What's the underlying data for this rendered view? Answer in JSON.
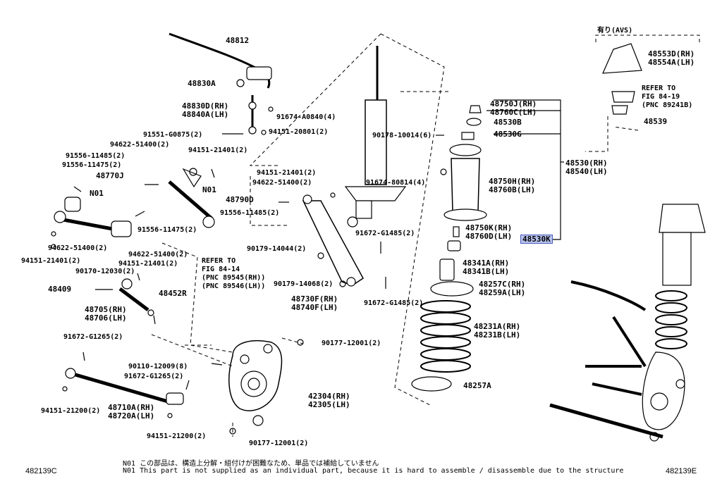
{
  "diagram": {
    "labels": [
      {
        "id": "48812",
        "text": "48812"
      },
      {
        "id": "48830A",
        "text": "48830A"
      },
      {
        "id": "48830D",
        "text": "48830D(RH)"
      },
      {
        "id": "48840A",
        "text": "48840A(LH)"
      },
      {
        "id": "91674A0840",
        "text": "91674-A0840(4)"
      },
      {
        "id": "91551G0875",
        "text": "91551-G0875(2)"
      },
      {
        "id": "9415120801",
        "text": "94151-20801(2)"
      },
      {
        "id": "9462251400a",
        "text": "94622-51400(2)"
      },
      {
        "id": "9415121401a",
        "text": "94151-21401(2)"
      },
      {
        "id": "9155611485a",
        "text": "91556-11485(2)"
      },
      {
        "id": "9155611475a",
        "text": "91556-11475(2)"
      },
      {
        "id": "48770J",
        "text": "48770J"
      },
      {
        "id": "N01a",
        "text": "N01"
      },
      {
        "id": "N01b",
        "text": "N01"
      },
      {
        "id": "48790D",
        "text": "48790D"
      },
      {
        "id": "9155611485b",
        "text": "91556-11485(2)"
      },
      {
        "id": "9155611475b",
        "text": "91556-11475(2)"
      },
      {
        "id": "9462251400b",
        "text": "94622-51400(2)"
      },
      {
        "id": "9415121401b",
        "text": "94151-21401(2)"
      },
      {
        "id": "9462251400c",
        "text": "94622-51400(2)"
      },
      {
        "id": "9415121401c",
        "text": "94151-21401(2)"
      },
      {
        "id": "9017012030",
        "text": "90170-12030(2)"
      },
      {
        "id": "48409",
        "text": "48409"
      },
      {
        "id": "48452R",
        "text": "48452R"
      },
      {
        "id": "48705",
        "text": "48705(RH)"
      },
      {
        "id": "48706",
        "text": "48706(LH)"
      },
      {
        "id": "91672G1265a",
        "text": "91672-G1265(2)"
      },
      {
        "id": "9011012009",
        "text": "90110-12009(8)"
      },
      {
        "id": "91672G1265b",
        "text": "91672-G1265(2)"
      },
      {
        "id": "9415121200a",
        "text": "94151-21200(2)"
      },
      {
        "id": "48710A",
        "text": "48710A(RH)"
      },
      {
        "id": "48720A",
        "text": "48720A(LH)"
      },
      {
        "id": "9415121200b",
        "text": "94151-21200(2)"
      },
      {
        "id": "9017712001a",
        "text": "90177-12001(2)"
      },
      {
        "id": "9017712001b",
        "text": "90177-12001(2)"
      },
      {
        "id": "42304",
        "text": "42304(RH)"
      },
      {
        "id": "42305",
        "text": "42305(LH)"
      },
      {
        "id": "9415121401d",
        "text": "94151-21401(2)"
      },
      {
        "id": "9462251400d",
        "text": "94622-51400(2)"
      },
      {
        "id": "9017914044",
        "text": "90179-14044(2)"
      },
      {
        "id": "9017914068",
        "text": "90179-14068(2)"
      },
      {
        "id": "48730F",
        "text": "48730F(RH)"
      },
      {
        "id": "48740F",
        "text": "48740F(LH)"
      },
      {
        "id": "91672G1485a",
        "text": "91672-G1485(2)"
      },
      {
        "id": "91672G1485b",
        "text": "91672-G1485(2)"
      },
      {
        "id": "9017810014",
        "text": "90178-10014(6)"
      },
      {
        "id": "9167480814",
        "text": "91674-80814(4)"
      },
      {
        "id": "48750J",
        "text": "48750J(RH)"
      },
      {
        "id": "48760C",
        "text": "48760C(LH)"
      },
      {
        "id": "48530B",
        "text": "48530B"
      },
      {
        "id": "48530G",
        "text": "48530G"
      },
      {
        "id": "48750H",
        "text": "48750H(RH)"
      },
      {
        "id": "48760B",
        "text": "48760B(LH)"
      },
      {
        "id": "48530",
        "text": "48530(RH)"
      },
      {
        "id": "48540",
        "text": "48540(LH)"
      },
      {
        "id": "48750K",
        "text": "48750K(RH)"
      },
      {
        "id": "48760D",
        "text": "48760D(LH)"
      },
      {
        "id": "48530K",
        "text": "48530K"
      },
      {
        "id": "48341A",
        "text": "48341A(RH)"
      },
      {
        "id": "48341B",
        "text": "48341B(LH)"
      },
      {
        "id": "48257C",
        "text": "48257C(RH)"
      },
      {
        "id": "48259A",
        "text": "48259A(LH)"
      },
      {
        "id": "48231A",
        "text": "48231A(RH)"
      },
      {
        "id": "48231B",
        "text": "48231B(LH)"
      },
      {
        "id": "48257A",
        "text": "48257A"
      },
      {
        "id": "48553D",
        "text": "48553D(RH)"
      },
      {
        "id": "48554A",
        "text": "48554A(LH)"
      },
      {
        "id": "48539",
        "text": "48539"
      }
    ],
    "refer1": {
      "l1": "REFER TO",
      "l2": "FIG 84-14",
      "l3": "(PNC 89545(RH))",
      "l4": "(PNC 89546(LH))"
    },
    "refer2": {
      "l1": "REFER TO",
      "l2": "FIG 84-19",
      "l3": "(PNC 89241B)"
    },
    "avs_label": "有り(AVS)",
    "footnote_jp": "N01 この部品は、構造上分解・組付けが困難なため、単品では補給していません",
    "footnote_en": "N01 This part is not supplied as an individual part, because it is hard to assemble / disassemble due to the structure",
    "code_left": "482139C",
    "code_right": "482139E",
    "highlight_color": "#b8c3ee"
  }
}
